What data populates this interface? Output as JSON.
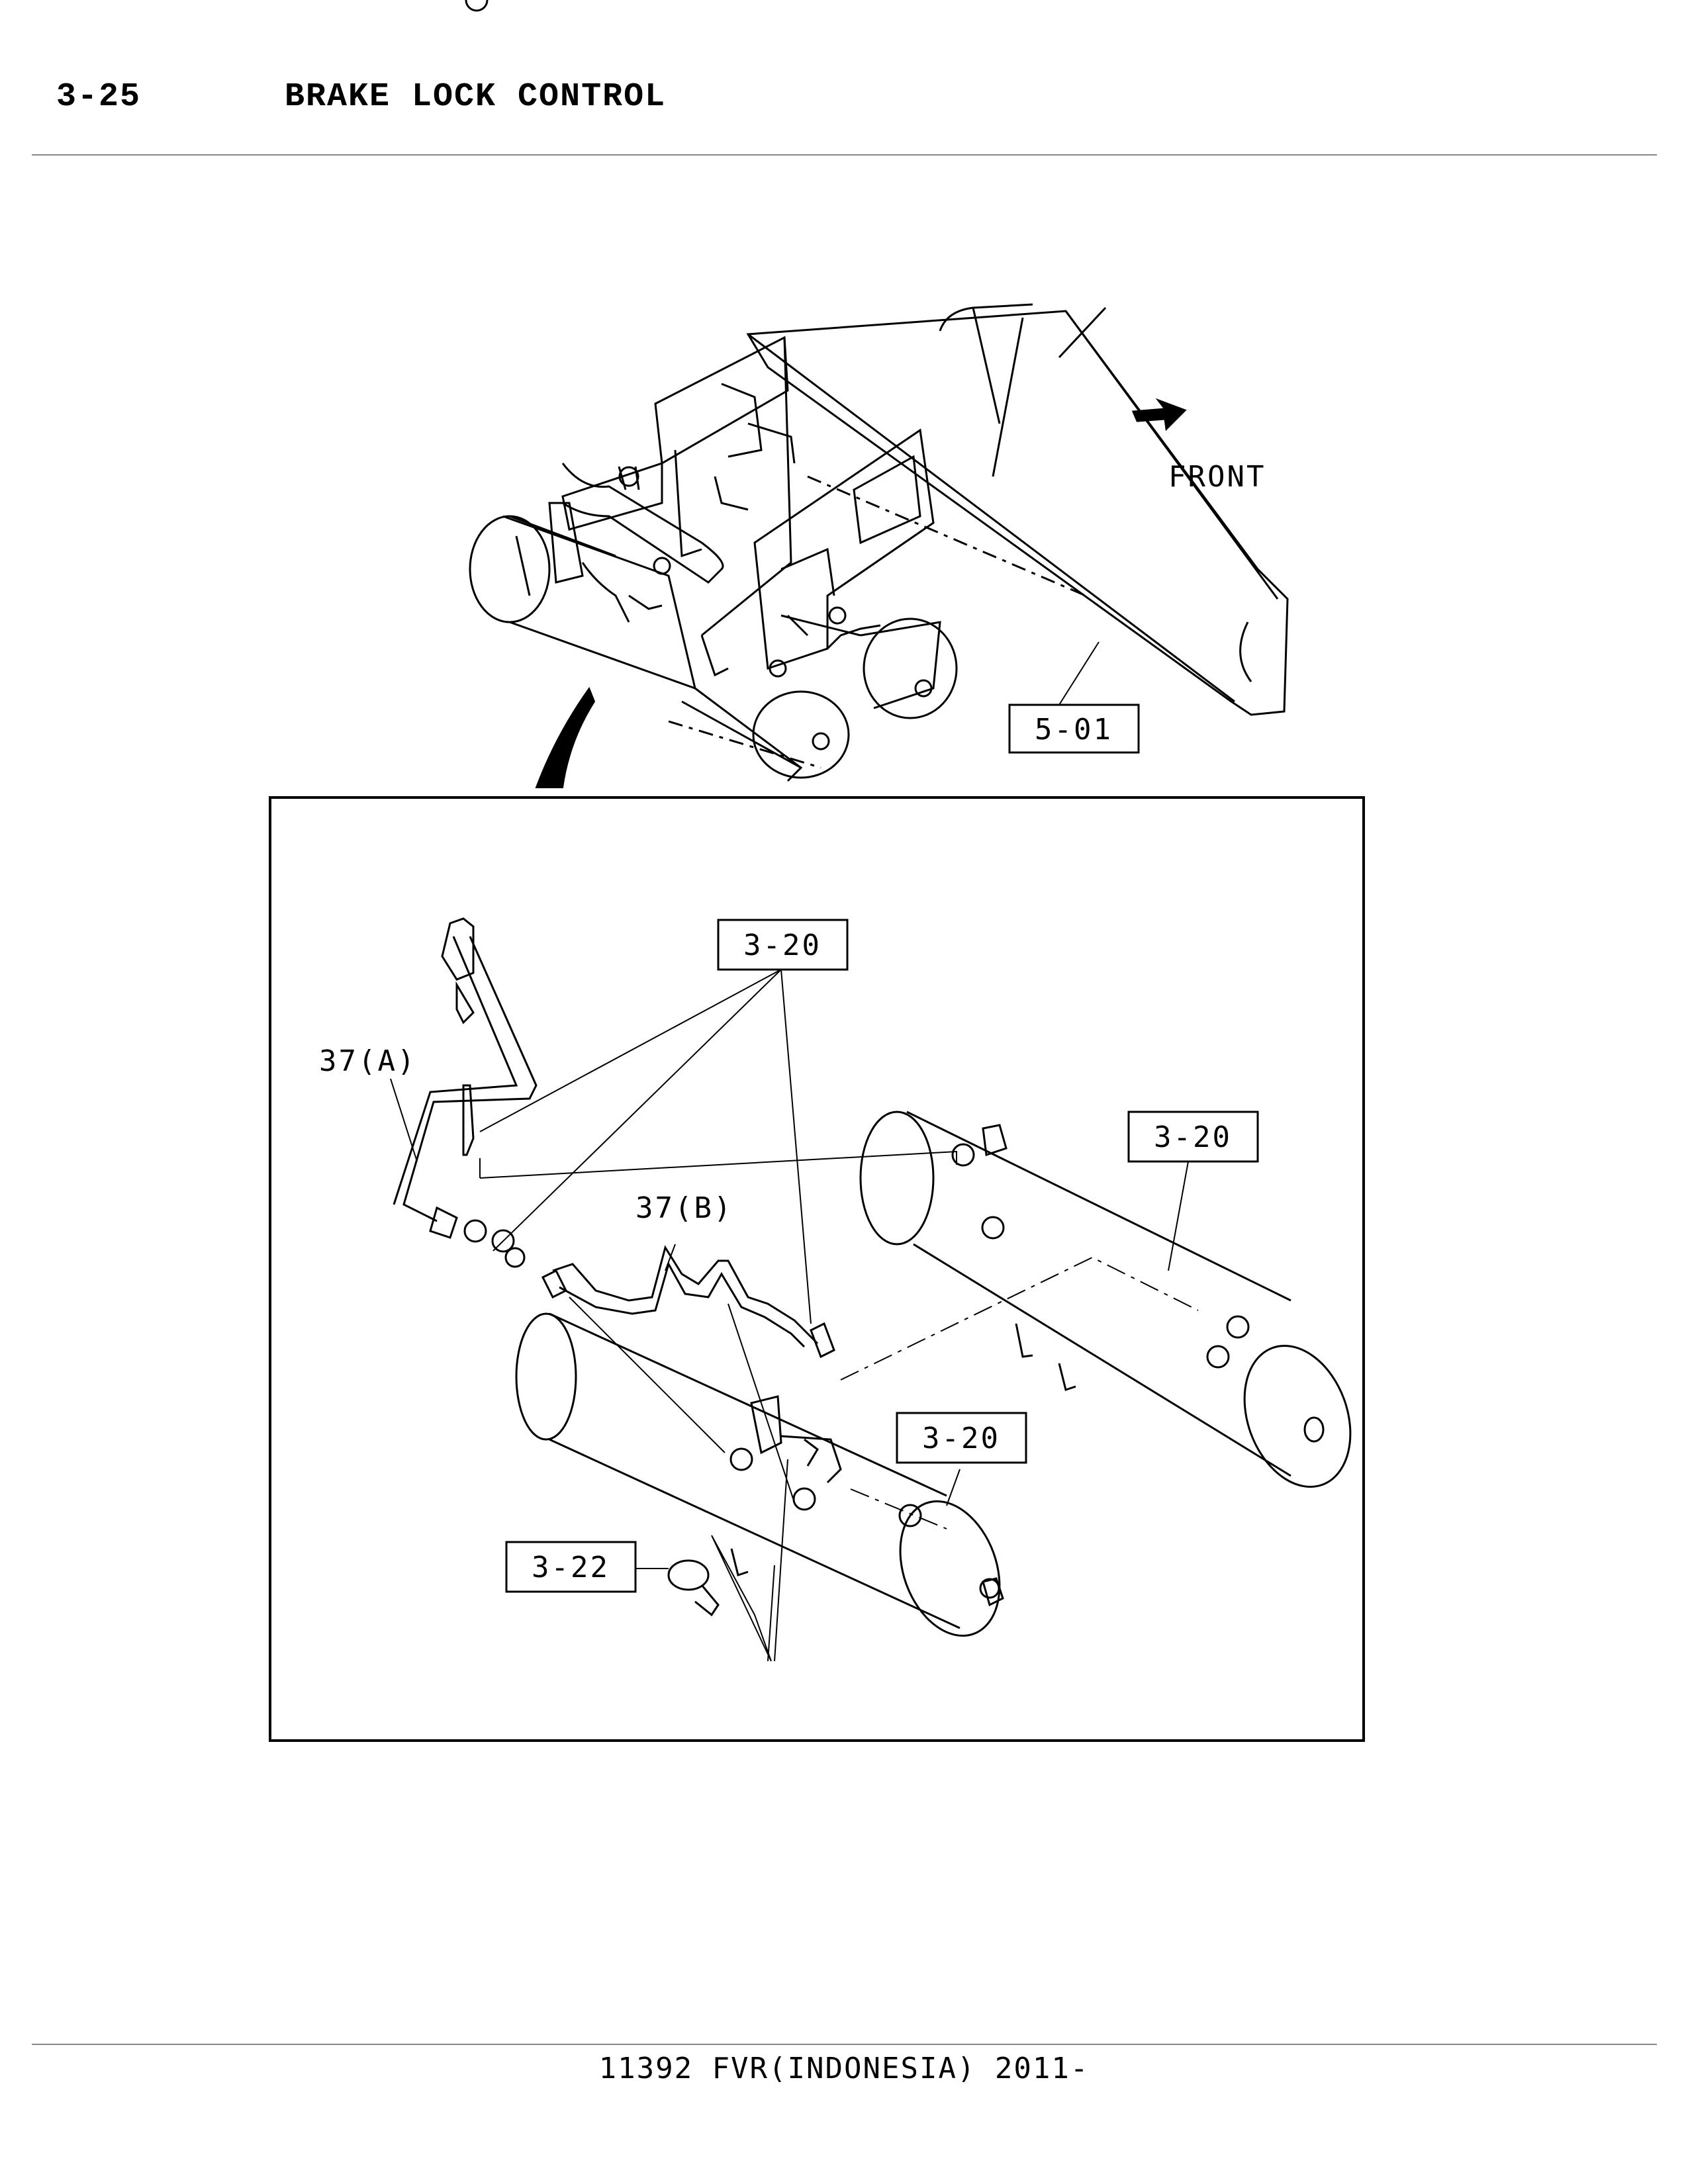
{
  "header": {
    "section_number": "3-25",
    "title": "BRAKE LOCK CONTROL"
  },
  "diagram": {
    "front_label": "FRONT",
    "ref_frame": "5-01",
    "ref_tank_top": "3-20",
    "ref_tank_right": "3-20",
    "ref_tank_lower": "3-20",
    "ref_drain": "3-22",
    "part_37a": "37(A)",
    "part_37b": "37(B)"
  },
  "footer": {
    "text": "11392 FVR(INDONESIA) 2011-"
  }
}
